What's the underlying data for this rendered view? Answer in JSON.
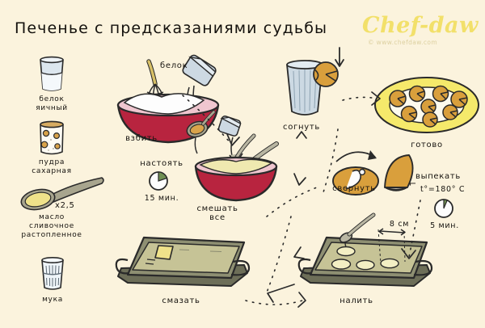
{
  "page": {
    "title": "Печенье с предсказаниями судьбы",
    "background_color": "#fbf3dd",
    "ink_color": "#16130f"
  },
  "brand": {
    "logo_text": "Chef-daw",
    "logo_color": "#f2e06a",
    "copyright": "© www.chefdaw.com"
  },
  "ingredients": [
    {
      "name": "glass-egg-white",
      "label": "белок\nяичный",
      "icon": "glass-icon"
    },
    {
      "name": "jar-sugar-powder",
      "label": "пудра\nсахарная",
      "icon": "jar-icon"
    },
    {
      "name": "spoon-butter",
      "label": "масло\nсливочное\nрастопленное",
      "icon": "spoon-icon",
      "multiplier": "x2,5"
    },
    {
      "name": "glass-flour",
      "label": "мука",
      "icon": "measuring-glass-icon"
    }
  ],
  "steps": [
    {
      "name": "whip",
      "label": "взбить",
      "note": "белок"
    },
    {
      "name": "rest",
      "label": "настоять",
      "timer": "15 мин."
    },
    {
      "name": "mix",
      "label": "смешать\nвсе"
    },
    {
      "name": "grease",
      "label": "смазать"
    },
    {
      "name": "pour",
      "label": "налить",
      "measure": "8 см"
    },
    {
      "name": "bake",
      "label": "выпекать",
      "temperature": "t°=180° C",
      "timer": "5 мин."
    },
    {
      "name": "fold",
      "label": "свернуть"
    },
    {
      "name": "bend",
      "label": "согнуть"
    },
    {
      "name": "done",
      "label": "готово"
    }
  ],
  "colors": {
    "bowl": "#b8243f",
    "bowl_inner": "#efc6cf",
    "cookie": "#d99f3c",
    "plate": "#f5e96b",
    "tray": "#8e8f72",
    "tray_surface": "#c6c396",
    "butter": "#efe28a",
    "glass": "#c9d6e0",
    "batter": "#efe9b0"
  }
}
